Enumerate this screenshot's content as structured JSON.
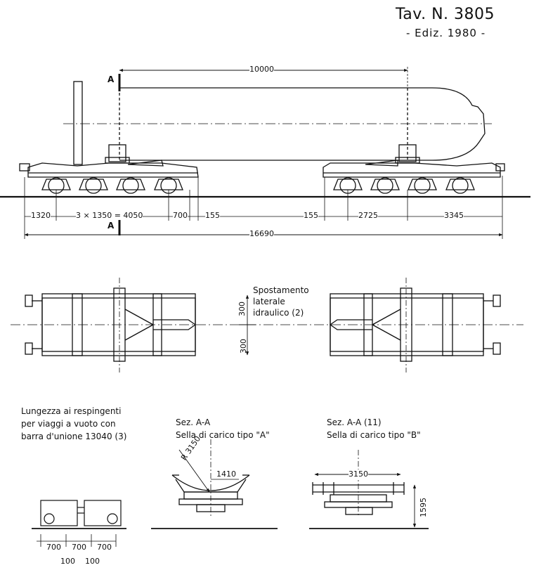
{
  "header": {
    "title": "Tav. N. 3805",
    "edition": "- Ediz. 1980 -"
  },
  "section_marker": "A",
  "side_view": {
    "dim_top": "10000",
    "dims_left": [
      "1320",
      "3 × 1350 = 4050",
      "700",
      "155"
    ],
    "dims_right": [
      "155",
      "2725",
      "3345"
    ],
    "total_length": "16690"
  },
  "plan_view": {
    "note_lines": [
      "Spostamento",
      "laterale",
      "idraulico (2)"
    ],
    "offset_top": "300",
    "offset_bottom": "300"
  },
  "empty_travel": {
    "note_lines": [
      "Lungezza ai respingenti",
      "per viaggi a vuoto con",
      "barra d'unione  13040 (3)"
    ],
    "dims": [
      "700",
      "700",
      "700",
      "100",
      "100"
    ]
  },
  "section_a": {
    "title": "Sez. A-A",
    "subtitle": "Sella di carico tipo \"A\"",
    "radius": "R 3150",
    "width": "1410"
  },
  "section_b": {
    "title": "Sez. A-A  (11)",
    "subtitle": "Sella di carico tipo \"B\"",
    "width": "3150",
    "height": "1595"
  }
}
